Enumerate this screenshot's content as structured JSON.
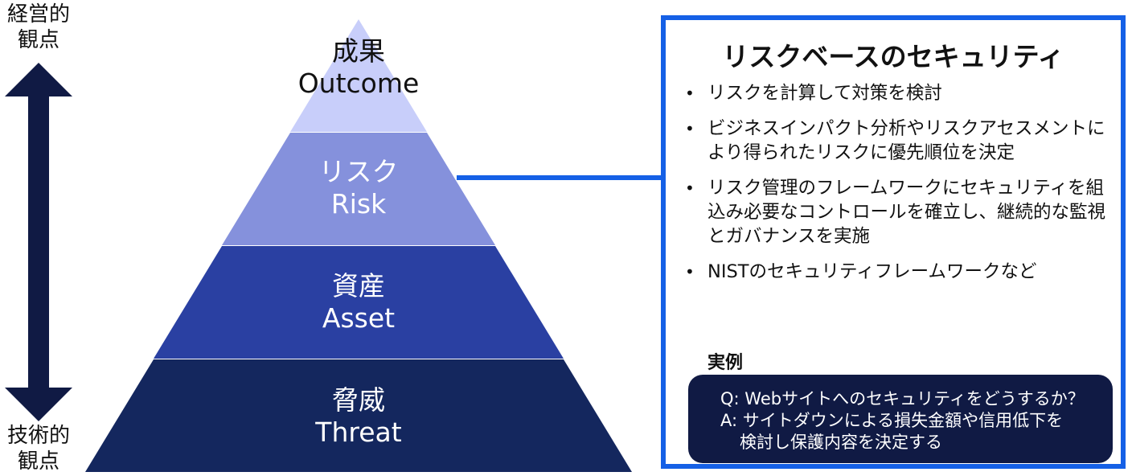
{
  "axis": {
    "top_label": "経営的\n観点",
    "bottom_label": "技術的\n観点"
  },
  "pyramid": {
    "levels": [
      {
        "jp": "成果",
        "en": "Outcome",
        "color": "#c8cefa",
        "text_color": "#111111"
      },
      {
        "jp": "リスク",
        "en": "Risk",
        "color": "#8591dc",
        "text_color": "#ffffff"
      },
      {
        "jp": "資産",
        "en": "Asset",
        "color": "#2a40a2",
        "text_color": "#ffffff"
      },
      {
        "jp": "脅威",
        "en": "Threat",
        "color": "#14275e",
        "text_color": "#ffffff"
      }
    ]
  },
  "panel": {
    "title": "リスクベースのセキュリティ",
    "bullets": [
      "リスクを計算して対策を検討",
      "ビジネスインパクト分析やリスクアセスメントにより得られたリスクに優先順位を決定",
      "リスク管理のフレームワークにセキュリティを組込み必要なコントロールを確立し、継続的な監視とガバナンスを実施",
      "NISTのセキュリティフレームワークなど"
    ],
    "example_label": "実例",
    "example": {
      "q": "Q: Webサイトへのセキュリティをどうするか？",
      "a1": "A: サイトダウンによる損失金額や信用低下を",
      "a2": "検討し保護内容を決定する"
    }
  },
  "colors": {
    "accent_blue": "#1560e6",
    "arrow": "#101a44",
    "example_bg": "#101a44"
  }
}
